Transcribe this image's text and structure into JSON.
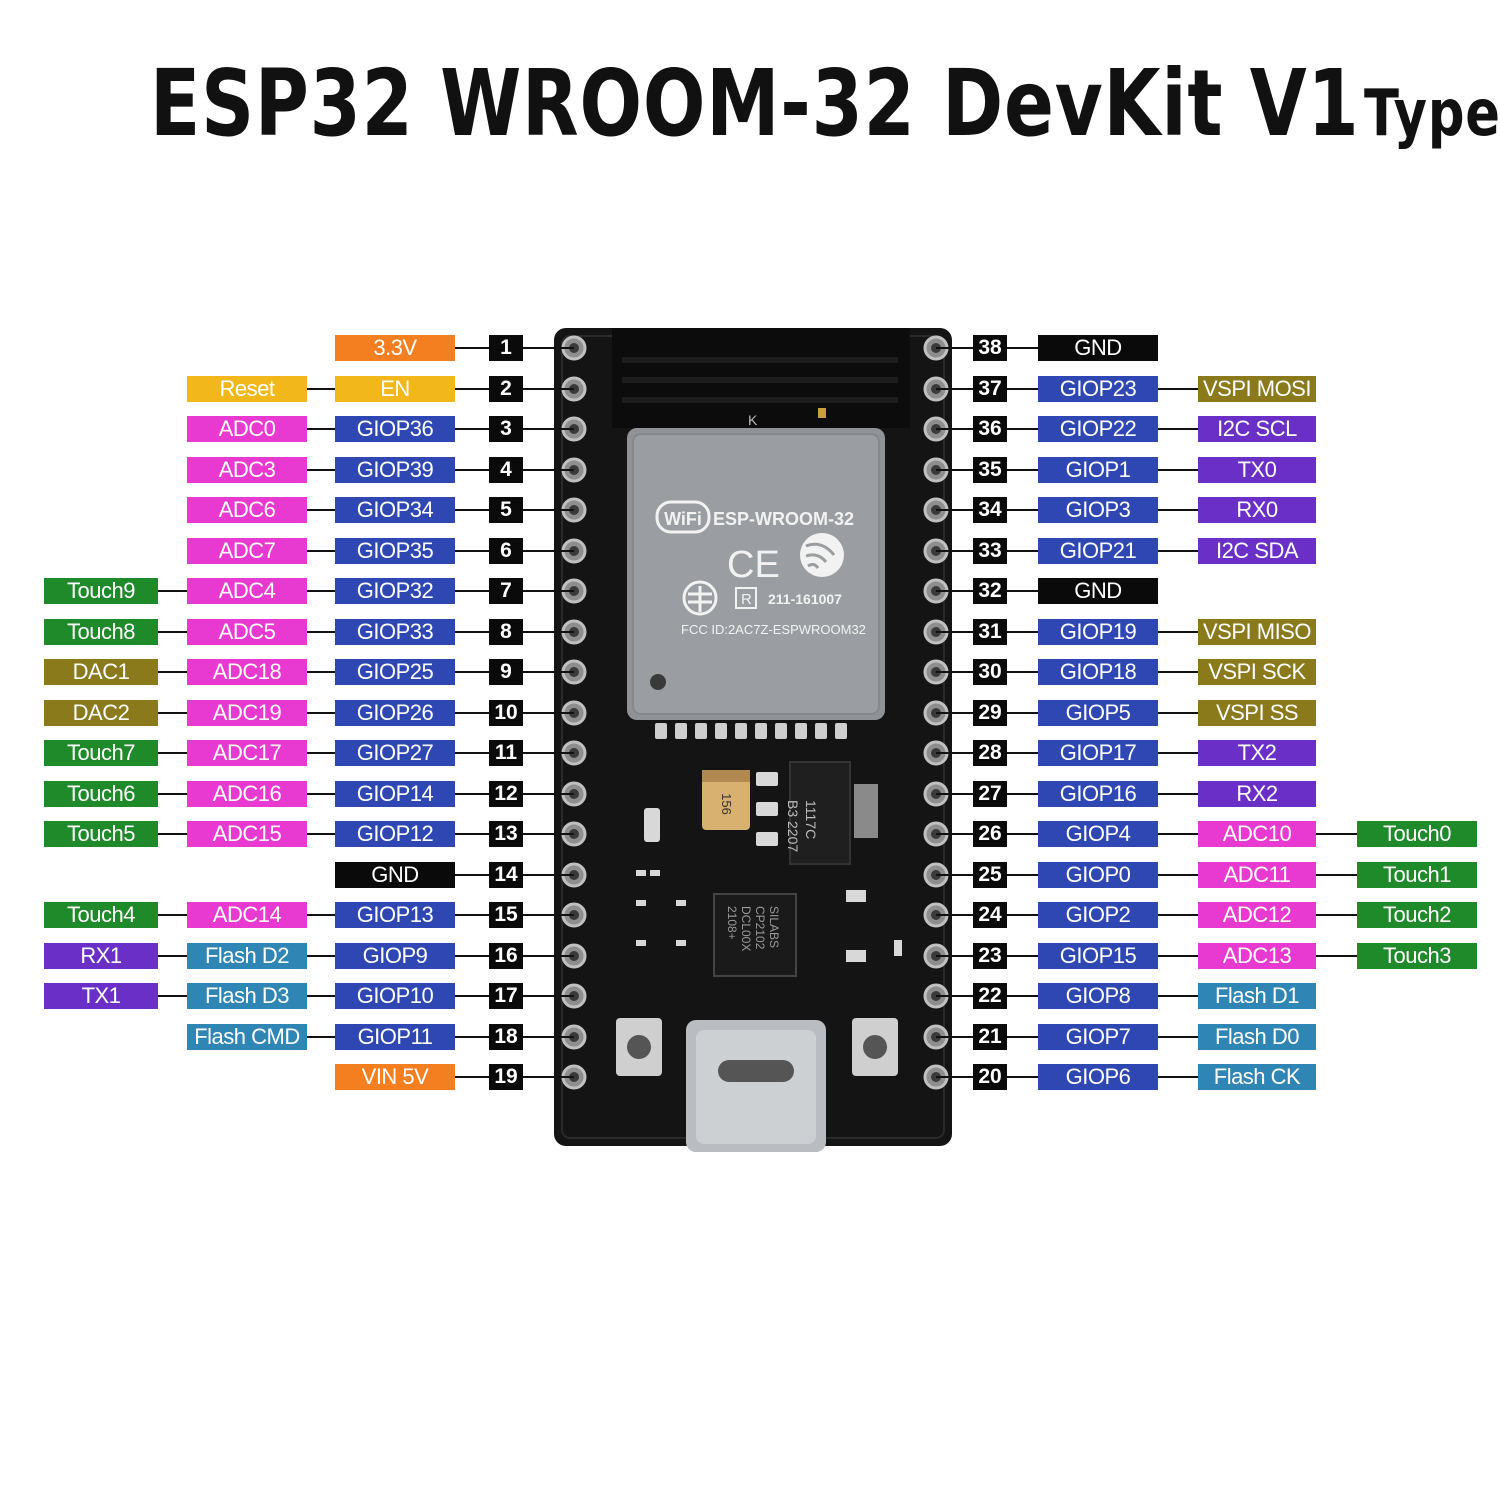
{
  "title": {
    "main": "ESP32 WROOM-32 DevKit V1",
    "sub": "Type-C"
  },
  "board": {
    "module_text": "ESP-WROOM-32",
    "wifi_logo": "WiFi",
    "ce_mark": "CE",
    "cert_number": "211-161007",
    "fcc_id": "FCC ID:2AC7Z-ESPWROOM32",
    "regulator_text": [
      "1117C",
      "B3 2207"
    ],
    "usb_chip_text": [
      "SILABS",
      "CP2102",
      "DCL00X",
      "2108+"
    ],
    "cap_text": "156"
  },
  "colors": {
    "power": "#f47f20",
    "en": "#f2b81b",
    "gpio": "#2e47b2",
    "pin_number": "#0a0a0a",
    "gnd": "#0a0a0a",
    "adc": "#e83ad1",
    "touch": "#1f8a2a",
    "dac": "#8a7a1b",
    "uart": "#6a2fc6",
    "flash": "#2f86b4",
    "spi": "#8a7a1b",
    "i2c": "#6a2fc6",
    "reset": "#f2b81b",
    "pcb": "#121212"
  },
  "left_pins": [
    {
      "num": "1",
      "main": "3.3V",
      "main_type": "power",
      "f1": "",
      "f1_type": "",
      "f2": "",
      "f2_type": ""
    },
    {
      "num": "2",
      "main": "EN",
      "main_type": "en",
      "f1": "Reset",
      "f1_type": "reset",
      "f2": "",
      "f2_type": ""
    },
    {
      "num": "3",
      "main": "GIOP36",
      "main_type": "gpio",
      "f1": "ADC0",
      "f1_type": "adc",
      "f2": "",
      "f2_type": ""
    },
    {
      "num": "4",
      "main": "GIOP39",
      "main_type": "gpio",
      "f1": "ADC3",
      "f1_type": "adc",
      "f2": "",
      "f2_type": ""
    },
    {
      "num": "5",
      "main": "GIOP34",
      "main_type": "gpio",
      "f1": "ADC6",
      "f1_type": "adc",
      "f2": "",
      "f2_type": ""
    },
    {
      "num": "6",
      "main": "GIOP35",
      "main_type": "gpio",
      "f1": "ADC7",
      "f1_type": "adc",
      "f2": "",
      "f2_type": ""
    },
    {
      "num": "7",
      "main": "GIOP32",
      "main_type": "gpio",
      "f1": "ADC4",
      "f1_type": "adc",
      "f2": "Touch9",
      "f2_type": "touch"
    },
    {
      "num": "8",
      "main": "GIOP33",
      "main_type": "gpio",
      "f1": "ADC5",
      "f1_type": "adc",
      "f2": "Touch8",
      "f2_type": "touch"
    },
    {
      "num": "9",
      "main": "GIOP25",
      "main_type": "gpio",
      "f1": "ADC18",
      "f1_type": "adc",
      "f2": "DAC1",
      "f2_type": "dac"
    },
    {
      "num": "10",
      "main": "GIOP26",
      "main_type": "gpio",
      "f1": "ADC19",
      "f1_type": "adc",
      "f2": "DAC2",
      "f2_type": "dac"
    },
    {
      "num": "11",
      "main": "GIOP27",
      "main_type": "gpio",
      "f1": "ADC17",
      "f1_type": "adc",
      "f2": "Touch7",
      "f2_type": "touch"
    },
    {
      "num": "12",
      "main": "GIOP14",
      "main_type": "gpio",
      "f1": "ADC16",
      "f1_type": "adc",
      "f2": "Touch6",
      "f2_type": "touch"
    },
    {
      "num": "13",
      "main": "GIOP12",
      "main_type": "gpio",
      "f1": "ADC15",
      "f1_type": "adc",
      "f2": "Touch5",
      "f2_type": "touch"
    },
    {
      "num": "14",
      "main": "GND",
      "main_type": "gnd",
      "f1": "",
      "f1_type": "",
      "f2": "",
      "f2_type": ""
    },
    {
      "num": "15",
      "main": "GIOP13",
      "main_type": "gpio",
      "f1": "ADC14",
      "f1_type": "adc",
      "f2": "Touch4",
      "f2_type": "touch"
    },
    {
      "num": "16",
      "main": "GIOP9",
      "main_type": "gpio",
      "f1": "Flash D2",
      "f1_type": "flash",
      "f2": "RX1",
      "f2_type": "uart"
    },
    {
      "num": "17",
      "main": "GIOP10",
      "main_type": "gpio",
      "f1": "Flash D3",
      "f1_type": "flash",
      "f2": "TX1",
      "f2_type": "uart"
    },
    {
      "num": "18",
      "main": "GIOP11",
      "main_type": "gpio",
      "f1": "Flash CMD",
      "f1_type": "flash",
      "f2": "",
      "f2_type": ""
    },
    {
      "num": "19",
      "main": "VIN 5V",
      "main_type": "power",
      "f1": "",
      "f1_type": "",
      "f2": "",
      "f2_type": ""
    }
  ],
  "right_pins": [
    {
      "num": "38",
      "main": "GND",
      "main_type": "gnd",
      "f1": "",
      "f1_type": "",
      "f2": "",
      "f2_type": ""
    },
    {
      "num": "37",
      "main": "GIOP23",
      "main_type": "gpio",
      "f1": "VSPI MOSI",
      "f1_type": "spi",
      "f2": "",
      "f2_type": ""
    },
    {
      "num": "36",
      "main": "GIOP22",
      "main_type": "gpio",
      "f1": "I2C SCL",
      "f1_type": "i2c",
      "f2": "",
      "f2_type": ""
    },
    {
      "num": "35",
      "main": "GIOP1",
      "main_type": "gpio",
      "f1": "TX0",
      "f1_type": "uart",
      "f2": "",
      "f2_type": ""
    },
    {
      "num": "34",
      "main": "GIOP3",
      "main_type": "gpio",
      "f1": "RX0",
      "f1_type": "uart",
      "f2": "",
      "f2_type": ""
    },
    {
      "num": "33",
      "main": "GIOP21",
      "main_type": "gpio",
      "f1": "I2C SDA",
      "f1_type": "i2c",
      "f2": "",
      "f2_type": ""
    },
    {
      "num": "32",
      "main": "GND",
      "main_type": "gnd",
      "f1": "",
      "f1_type": "",
      "f2": "",
      "f2_type": ""
    },
    {
      "num": "31",
      "main": "GIOP19",
      "main_type": "gpio",
      "f1": "VSPI MISO",
      "f1_type": "spi",
      "f2": "",
      "f2_type": ""
    },
    {
      "num": "30",
      "main": "GIOP18",
      "main_type": "gpio",
      "f1": "VSPI SCK",
      "f1_type": "spi",
      "f2": "",
      "f2_type": ""
    },
    {
      "num": "29",
      "main": "GIOP5",
      "main_type": "gpio",
      "f1": "VSPI SS",
      "f1_type": "spi",
      "f2": "",
      "f2_type": ""
    },
    {
      "num": "28",
      "main": "GIOP17",
      "main_type": "gpio",
      "f1": "TX2",
      "f1_type": "uart",
      "f2": "",
      "f2_type": ""
    },
    {
      "num": "27",
      "main": "GIOP16",
      "main_type": "gpio",
      "f1": "RX2",
      "f1_type": "uart",
      "f2": "",
      "f2_type": ""
    },
    {
      "num": "26",
      "main": "GIOP4",
      "main_type": "gpio",
      "f1": "ADC10",
      "f1_type": "adc",
      "f2": "Touch0",
      "f2_type": "touch"
    },
    {
      "num": "25",
      "main": "GIOP0",
      "main_type": "gpio",
      "f1": "ADC11",
      "f1_type": "adc",
      "f2": "Touch1",
      "f2_type": "touch"
    },
    {
      "num": "24",
      "main": "GIOP2",
      "main_type": "gpio",
      "f1": "ADC12",
      "f1_type": "adc",
      "f2": "Touch2",
      "f2_type": "touch"
    },
    {
      "num": "23",
      "main": "GIOP15",
      "main_type": "gpio",
      "f1": "ADC13",
      "f1_type": "adc",
      "f2": "Touch3",
      "f2_type": "touch"
    },
    {
      "num": "22",
      "main": "GIOP8",
      "main_type": "gpio",
      "f1": "Flash D1",
      "f1_type": "flash",
      "f2": "",
      "f2_type": ""
    },
    {
      "num": "21",
      "main": "GIOP7",
      "main_type": "gpio",
      "f1": "Flash D0",
      "f1_type": "flash",
      "f2": "",
      "f2_type": ""
    },
    {
      "num": "20",
      "main": "GIOP6",
      "main_type": "gpio",
      "f1": "Flash CK",
      "f1_type": "flash",
      "f2": "",
      "f2_type": ""
    }
  ]
}
